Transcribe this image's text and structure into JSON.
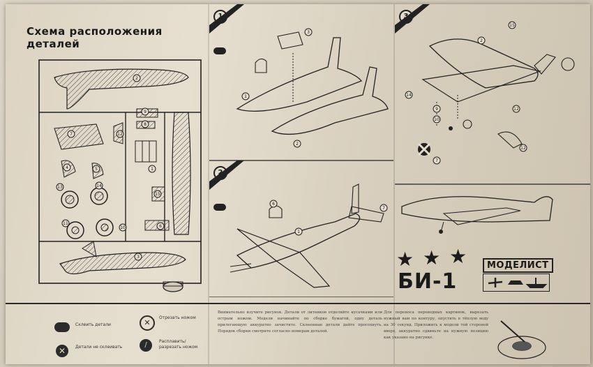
{
  "sheet": {
    "title": "Схема расположения деталей"
  },
  "steps": [
    {
      "number": "1"
    },
    {
      "number": "2"
    },
    {
      "number": "3"
    }
  ],
  "part_labels": [
    "1",
    "2",
    "3",
    "4",
    "5",
    "6",
    "7",
    "8",
    "9",
    "10",
    "11",
    "12",
    "13",
    "14",
    "15"
  ],
  "product": {
    "model_name": "БИ-1",
    "brand": "МОДЕЛИСТ",
    "star_count": 3
  },
  "legend": {
    "items": [
      {
        "icon": "glue-icon",
        "label": "Склеить детали"
      },
      {
        "icon": "no-glue-icon",
        "label": "Детали не склеивать"
      },
      {
        "icon": "cut-icon",
        "label": "Отрезать ножом"
      },
      {
        "icon": "knife-icon",
        "label": "Расплавить/ разрезать ножом"
      }
    ]
  },
  "instructions": {
    "general": "Внимательно изучите рисунок. Детали от литников отделяйте кусачками или острым ножом. Модели начинайте по сборке бумагой, одну деталь прилегающую аккуратно зачистите. Склеенные детали дайте просохнуть. Порядок сборки смотрите согласно номерам деталей.",
    "decals": "Для переноса переводных картинок, вырезать нужный вам по контуру, опустить в тёплую воду на 30 секунд. Приложить к модели той стороной вверх, аккуратно сдвиньте на нужную позицию как указано на рисунке."
  },
  "colors": {
    "ink": "#1a1a1a",
    "paper": "#e2dacb",
    "hatch": "#3a3a3a"
  }
}
